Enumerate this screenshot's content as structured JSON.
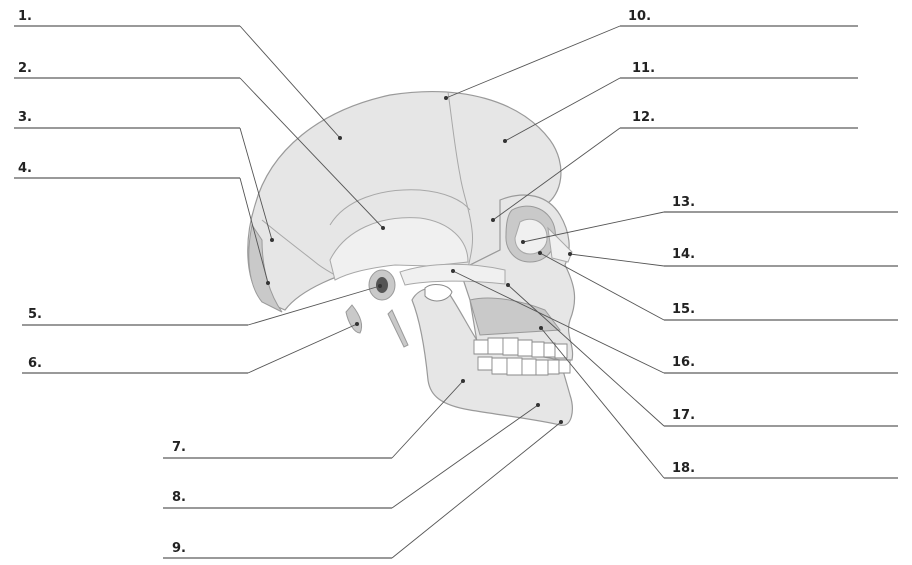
{
  "labels": [
    "1.",
    "2.",
    "3.",
    "4.",
    "5.",
    "6.",
    "7.",
    "8.",
    "9.",
    "10.",
    "11.",
    "12.",
    "13.",
    "14.",
    "15.",
    "16.",
    "17.",
    "18."
  ],
  "colors": {
    "bone": "#e6e6e6",
    "bone_shade": "#c9c9c9",
    "line": "#333333"
  }
}
